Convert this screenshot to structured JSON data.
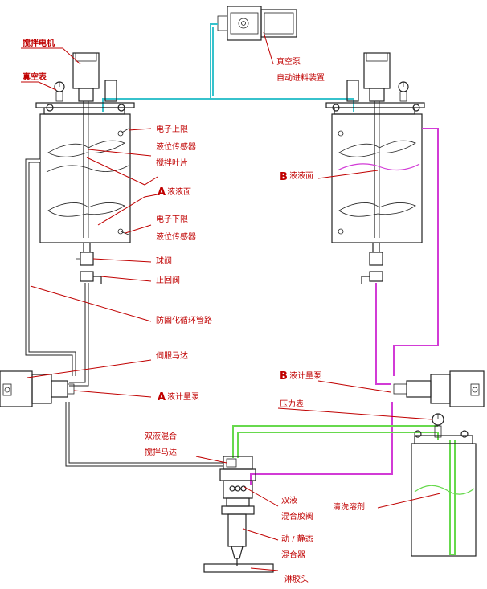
{
  "labels": {
    "mixer_motor": "搅拌电机",
    "vacuum_gauge": "真空表",
    "vacuum_pump": "真空泵",
    "auto_feed": "自动进料装置",
    "upper_limit_1": "电子上限",
    "upper_limit_2": "液位传感器",
    "impeller": "搅拌叶片",
    "a_level_letter": "A",
    "a_level": "液液面",
    "lower_limit_1": "电子下限",
    "lower_limit_2": "液位传感器",
    "ball_valve": "球阀",
    "check_valve": "止回阀",
    "anti_cure": "防固化循环管路",
    "servo_motor": "伺服马达",
    "a_pump_letter": "A",
    "a_pump": "液计量泵",
    "b_level_letter": "B",
    "b_level": "液液面",
    "b_pump_letter": "B",
    "b_pump": "液计量泵",
    "pressure_gauge": "压力表",
    "mix_motor_1": "双液混合",
    "mix_motor_2": "搅拌马达",
    "mix_valve_1": "双液",
    "mix_valve_2": "混合胶阀",
    "cleaning": "清洗溶剂",
    "static_mixer_1": "动 / 静态",
    "static_mixer_2": "混合器",
    "workpiece": "淋胶头"
  },
  "colors": {
    "line_a": "#37c2cc",
    "line_b": "#d23bd6",
    "line_clean": "#67d94d",
    "label": "#c00000"
  }
}
